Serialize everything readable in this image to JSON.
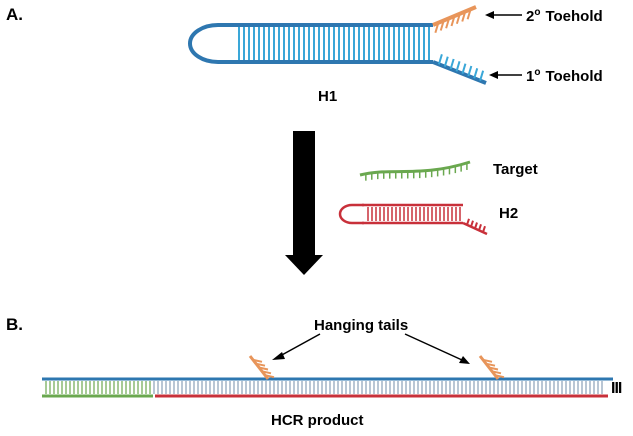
{
  "panel_a": {
    "label": "A.",
    "hairpin_label": "H1",
    "toehold_secondary": {
      "superscript_base": "2",
      "mark": "o",
      "text": "Toehold"
    },
    "toehold_primary": {
      "superscript_base": "1",
      "mark": "o",
      "text": "Toehold"
    },
    "target_label": "Target",
    "h2_label": "H2"
  },
  "panel_b": {
    "label": "B.",
    "tails_label": "Hanging tails",
    "product_label": "HCR product",
    "continuation_mark": "III"
  },
  "colors": {
    "h1": "#2e77b0",
    "h1_rungs": "#3aa7d8",
    "toehold_2": "#e8955a",
    "target": "#6aa84f",
    "h2": "#c8303a",
    "arrow": "#000000"
  }
}
